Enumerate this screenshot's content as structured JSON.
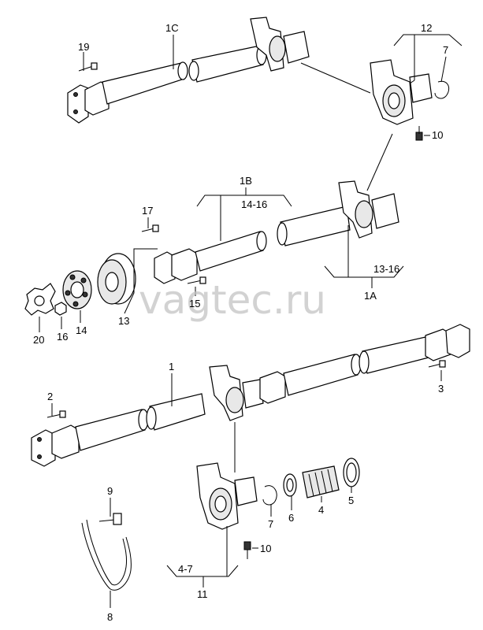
{
  "watermark": "vagtec.ru",
  "callouts": {
    "c1C": "1C",
    "c19": "19",
    "c12": "12",
    "c7a": "7",
    "c10a": "10",
    "c1B": "1B",
    "c14_16": "14-16",
    "c17": "17",
    "c15": "15",
    "c13_16": "13-16",
    "c1A": "1A",
    "c20": "20",
    "c16": "16",
    "c14": "14",
    "c13": "13",
    "c1": "1",
    "c2": "2",
    "c3": "3",
    "c9": "9",
    "c7b": "7",
    "c6": "6",
    "c4": "4",
    "c5": "5",
    "c10b": "10",
    "c4_7": "4-7",
    "c11": "11",
    "c8": "8"
  }
}
